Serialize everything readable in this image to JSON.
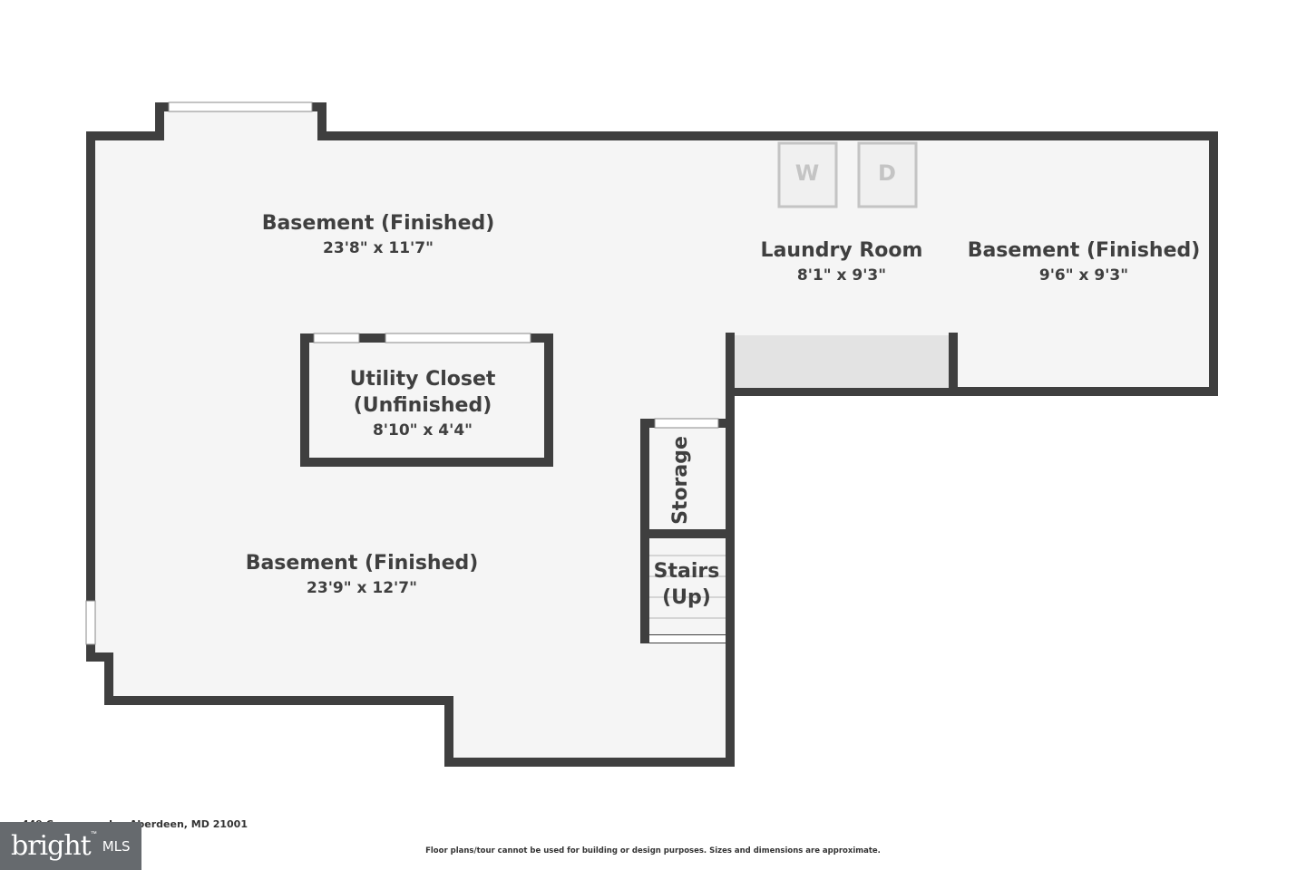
{
  "rooms": {
    "basement_north": {
      "title": "Basement (Finished)",
      "dims": "23'8\" x 11'7\""
    },
    "laundry": {
      "title": "Laundry Room",
      "dims": "8'1\" x 9'3\""
    },
    "basement_east": {
      "title": "Basement (Finished)",
      "dims": "9'6\" x 9'3\""
    },
    "utility": {
      "title_line1": "Utility Closet",
      "title_line2": "(Unfinished)",
      "dims": "8'10\" x 4'4\""
    },
    "storage": {
      "title": "Storage"
    },
    "stairs": {
      "title_line1": "Stairs",
      "title_line2": "(Up)"
    },
    "basement_south": {
      "title": "Basement (Finished)",
      "dims": "23'9\" x 12'7\""
    }
  },
  "appliances": {
    "washer": "W",
    "dryer": "D"
  },
  "footer": {
    "address": "449 Commerce Ln, Aberdeen, MD 21001",
    "disclaimer": "Floor plans/tour cannot be used for building or design purposes. Sizes and dimensions are approximate.",
    "logo_brand": "bright",
    "logo_tm": "™",
    "logo_mls": "MLS"
  },
  "colors": {
    "wall": "#3f3f3f",
    "floor": "#f5f5f5",
    "appliance": "#dcdcdc",
    "logo_bg": "#666a6e"
  }
}
